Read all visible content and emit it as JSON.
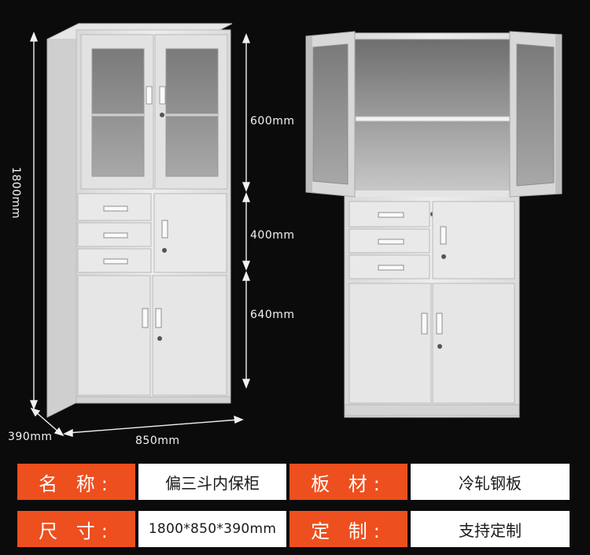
{
  "dimensions": {
    "height": "1800mm",
    "depth": "390mm",
    "width": "850mm",
    "section_top": "600mm",
    "section_middle": "400mm",
    "section_bottom": "640mm"
  },
  "spec_table": {
    "rows": [
      {
        "key1": "名 称:",
        "val1": "偏三斗内保柜",
        "key2": "板 材:",
        "val2": "冷轧钢板"
      },
      {
        "key1": "尺 寸:",
        "val1": "1800*850*390mm",
        "key2": "定 制:",
        "val2": "支持定制"
      }
    ]
  },
  "colors": {
    "background": "#0b0b0b",
    "accent": "#ee4f1e",
    "cabinet": "#e8e8e8"
  }
}
